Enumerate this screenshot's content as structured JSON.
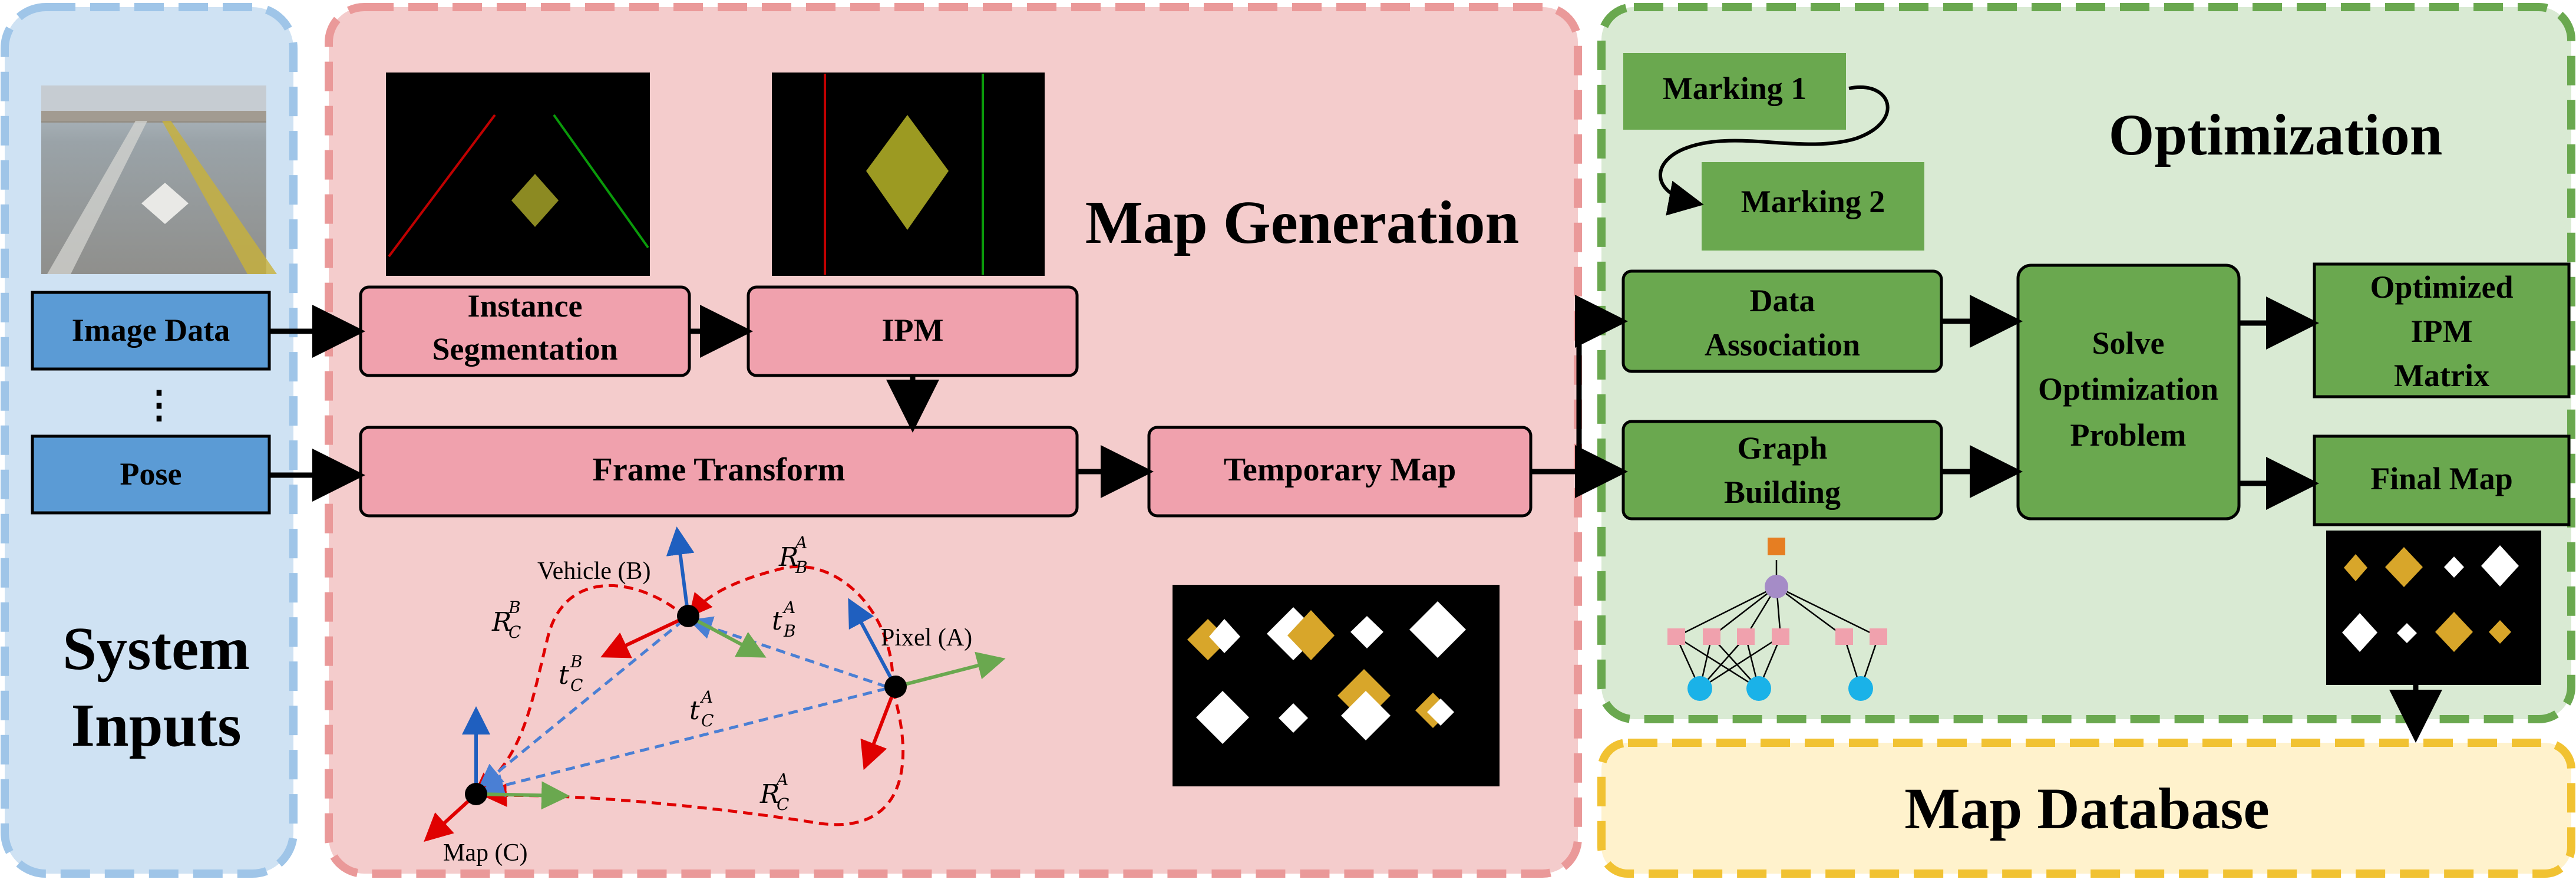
{
  "panels": {
    "inputs_title_line1": "System",
    "inputs_title_line2": "Inputs",
    "mapgen_title": "Map Generation",
    "optim_title": "Optimization",
    "database_title": "Map Database"
  },
  "inputs": {
    "image_data": "Image Data",
    "ellipsis": "⋮",
    "pose": "Pose"
  },
  "mapgen": {
    "instance_seg_line1": "Instance",
    "instance_seg_line2": "Segmentation",
    "ipm": "IPM",
    "frame_transform": "Frame Transform",
    "temporary_map": "Temporary Map"
  },
  "frames": {
    "vehicle": "Vehicle (B)",
    "pixel": "Pixel (A)",
    "map": "Map (C)"
  },
  "transforms": {
    "R_C_B": {
      "base": "R",
      "sub": "C",
      "sup": "B"
    },
    "R_B_A": {
      "base": "R",
      "sub": "B",
      "sup": "A"
    },
    "t_B_A": {
      "base": "t",
      "sub": "B",
      "sup": "A"
    },
    "t_C_B": {
      "base": "t",
      "sub": "C",
      "sup": "B"
    },
    "t_C_A": {
      "base": "t",
      "sub": "C",
      "sup": "A"
    },
    "R_C_A": {
      "base": "R",
      "sub": "C",
      "sup": "A"
    }
  },
  "optim": {
    "marking1": "Marking 1",
    "marking2": "Marking 2",
    "data_assoc_line1": "Data",
    "data_assoc_line2": "Association",
    "graph_line1": "Graph",
    "graph_line2": "Building",
    "solve_line1": "Solve",
    "solve_line2": "Optimization",
    "solve_line3": "Problem",
    "opt_ipm_line1": "Optimized",
    "opt_ipm_line2": "IPM",
    "opt_ipm_line3": "Matrix",
    "final_map": "Final Map"
  },
  "colors": {
    "inputs_bg": "#cfe2f3",
    "inputs_border": "#9fc5e8",
    "input_box": "#5b9bd5",
    "mapgen_bg": "#f4cccc",
    "mapgen_border": "#ea9999",
    "mapgen_box": "#f0a1ad",
    "optim_bg": "#d9ead3",
    "optim_border": "#6aa84f",
    "optim_box": "#6aa84f",
    "db_bg": "#fff2cc",
    "db_border": "#f1c232",
    "arrow_red": "#e00000",
    "arrow_blue": "#1f5fbf",
    "arrow_green": "#6aa84f",
    "dash_blue": "#4a7fd4",
    "marking_gold": "#d8a62a"
  }
}
